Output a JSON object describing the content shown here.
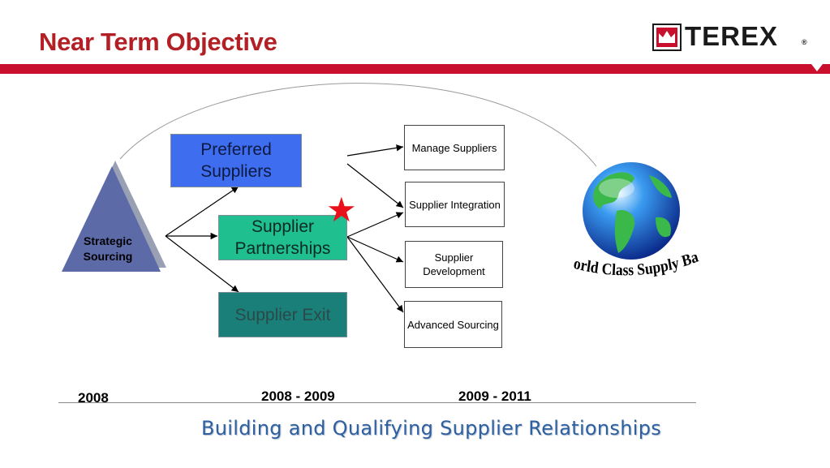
{
  "header": {
    "title": "Near Term Objective",
    "title_color": "#b21f24",
    "band_color": "#c8102e"
  },
  "logo": {
    "word": "TEREX",
    "registered": "®",
    "icon": "crown-icon",
    "color": "#1a1a1a",
    "accent": "#c8102e"
  },
  "diagram": {
    "pyramid": {
      "label": "Strategic Sourcing",
      "color": "#5d6aa8"
    },
    "stages": [
      {
        "label": "Preferred Suppliers",
        "fill": "#3f6df0",
        "text_color": "#0d1a40"
      },
      {
        "label": "Supplier Partnerships",
        "fill": "#1fbf8f",
        "text_color": "#0b2a22"
      },
      {
        "label": "Supplier Exit",
        "fill": "#1a7f78",
        "text_color": "#2a4a4a"
      }
    ],
    "star_icon": "star-icon",
    "star_color": "#e8101a",
    "activities": [
      "Manage Suppliers",
      "Supplier Integration",
      "Supplier Development",
      "Advanced Sourcing"
    ],
    "goal": {
      "label": "World Class Supply Base",
      "icon": "globe-icon"
    }
  },
  "timeline": [
    "2008",
    "2008 - 2009",
    "2009 - 2011"
  ],
  "footer": {
    "text": "Building and Qualifying Supplier Relationships"
  }
}
